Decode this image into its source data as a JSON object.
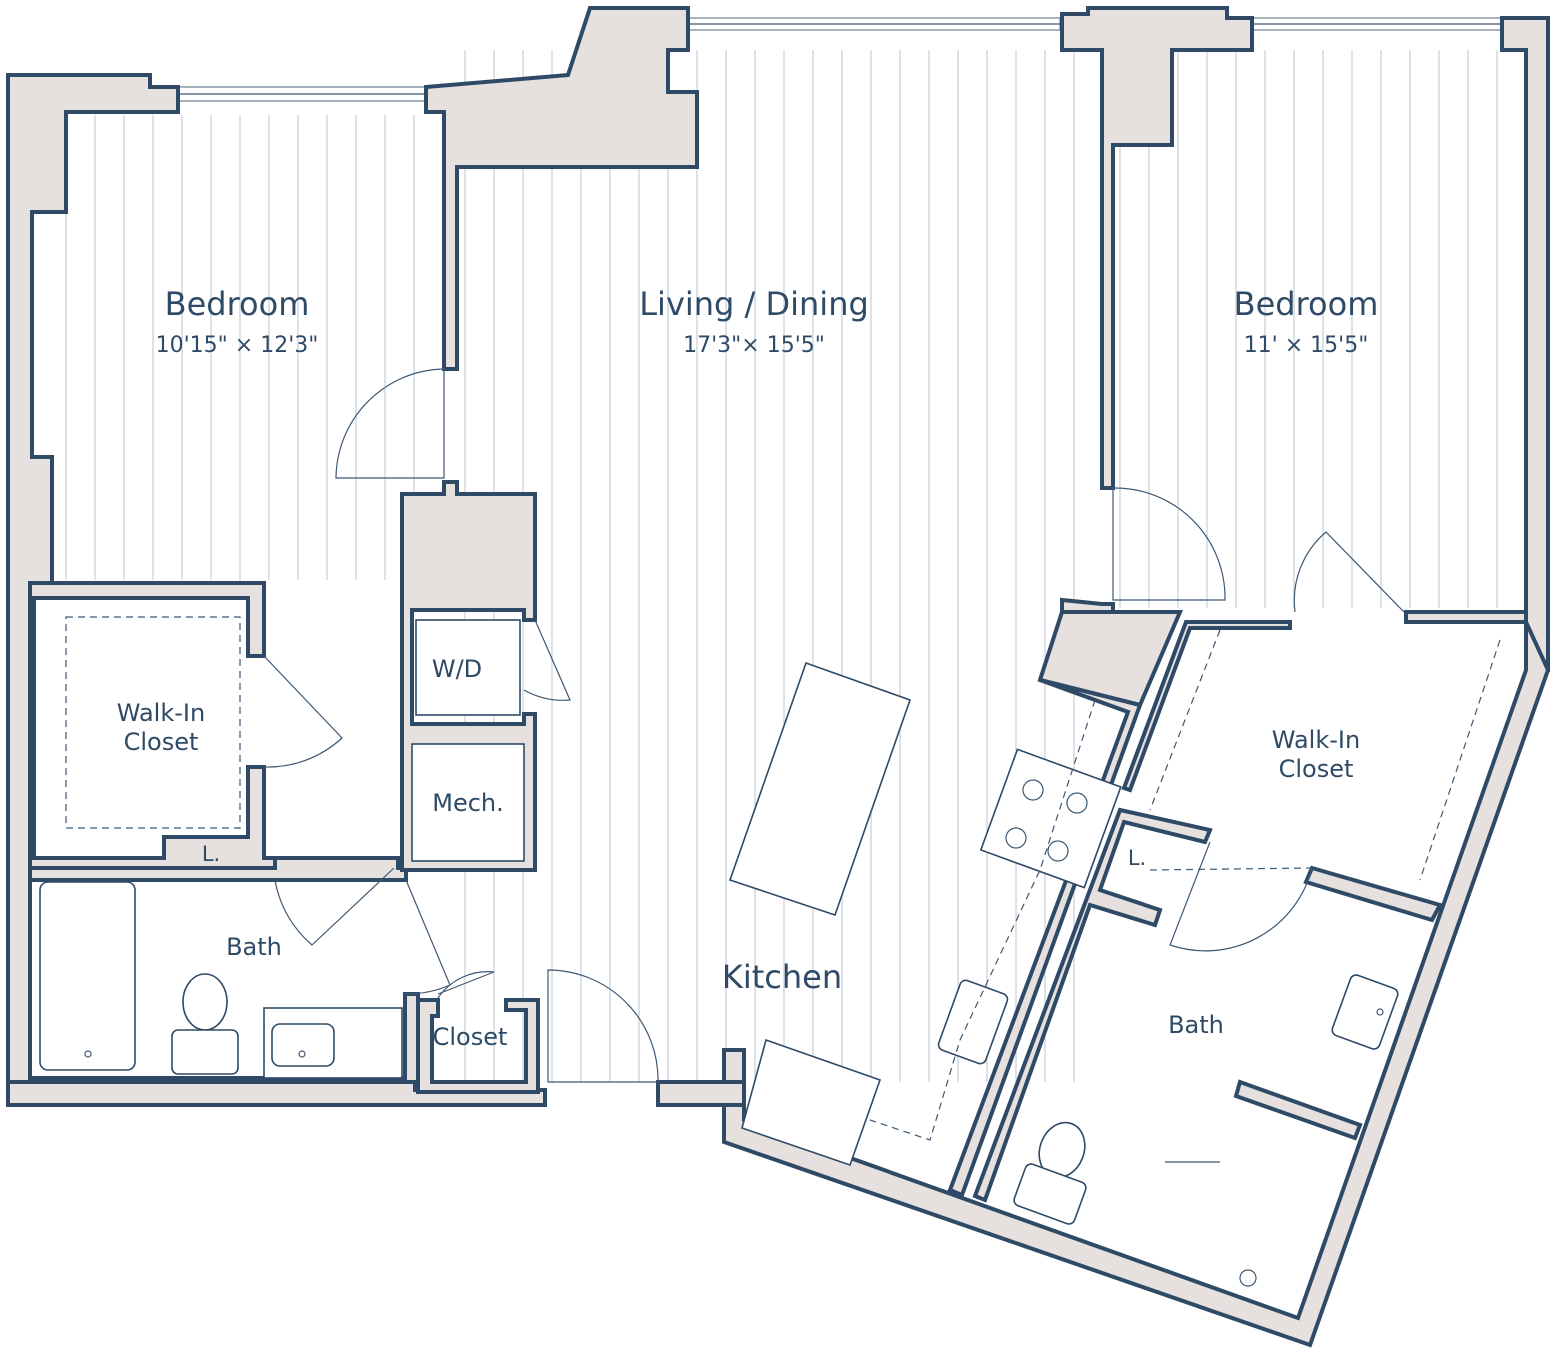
{
  "rooms": {
    "bedroom_left": {
      "name": "Bedroom",
      "dims": "10'15\" × 12'3\""
    },
    "living_dining": {
      "name": "Living / Dining",
      "dims": "17'3\"× 15'5\""
    },
    "bedroom_right": {
      "name": "Bedroom",
      "dims": "11' × 15'5\""
    },
    "walk_in_left": {
      "line1": "Walk-In",
      "line2": "Closet"
    },
    "walk_in_right": {
      "line1": "Walk-In",
      "line2": "Closet"
    },
    "wd": {
      "name": "W/D"
    },
    "mech": {
      "name": "Mech."
    },
    "linen_left": {
      "name": "L."
    },
    "linen_right": {
      "name": "L."
    },
    "bath_left": {
      "name": "Bath"
    },
    "bath_right": {
      "name": "Bath"
    },
    "closet": {
      "name": "Closet"
    },
    "kitchen": {
      "name": "Kitchen"
    }
  },
  "colors": {
    "wall_fill": "#e6e1de",
    "wall_stroke": "#2e4a66",
    "label": "#2e4a66",
    "floor_lines": "#c9cfd6"
  }
}
